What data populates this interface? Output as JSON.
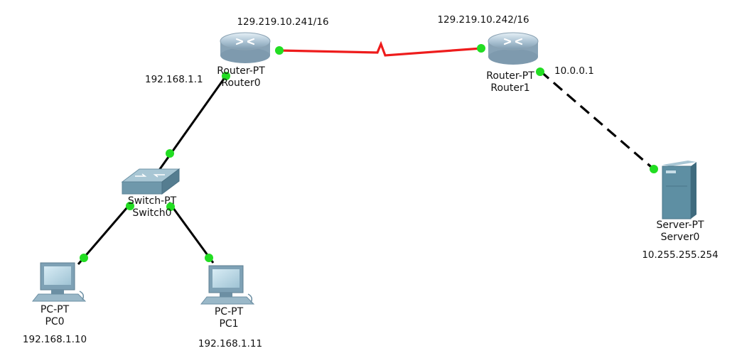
{
  "colors": {
    "serial_link": "#ee1c1c",
    "ethernet_link": "#000000",
    "port_up": "#22dd22",
    "router_body": "#a9c1d2",
    "switch_body": "#7fa6b8",
    "pc_body": "#7ea1b5",
    "server_body": "#5e8fa3"
  },
  "devices": {
    "router0": {
      "type_label": "Router-PT",
      "name": "Router0",
      "icon": "router-icon"
    },
    "router1": {
      "type_label": "Router-PT",
      "name": "Router1",
      "icon": "router-icon"
    },
    "switch0": {
      "type_label": "Switch-PT",
      "name": "Switch0",
      "icon": "switch-icon"
    },
    "pc0": {
      "type_label": "PC-PT",
      "name": "PC0",
      "ip": "192.168.1.10",
      "icon": "pc-icon"
    },
    "pc1": {
      "type_label": "PC-PT",
      "name": "PC1",
      "ip": "192.168.1.11",
      "icon": "pc-icon"
    },
    "server0": {
      "type_label": "Server-PT",
      "name": "Server0",
      "ip": "10.255.255.254",
      "icon": "server-icon"
    }
  },
  "interface_labels": {
    "router0_serial": "129.219.10.241/16",
    "router1_serial": "129.219.10.242/16",
    "router0_lan": "192.168.1.1",
    "router1_lan": "10.0.0.1"
  }
}
